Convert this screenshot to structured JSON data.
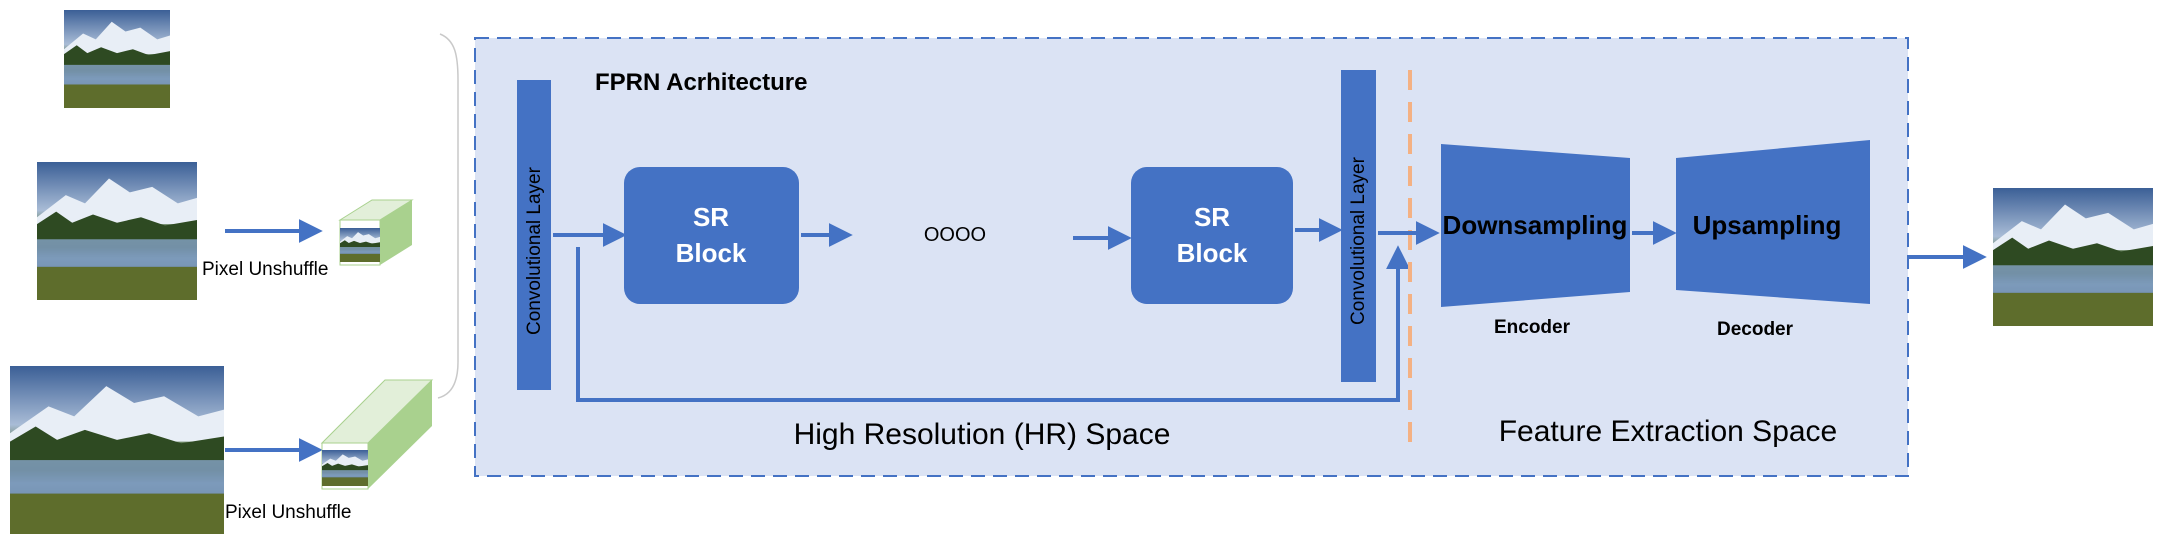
{
  "title": "FPRN Acrhitecture",
  "labels": {
    "pixel_unshuffle_1": "Pixel Unshuffle",
    "pixel_unshuffle_2": "Pixel Unshuffle",
    "conv_layer_left": "Convolutional Layer",
    "conv_layer_right": "Convolutional Layer",
    "sr_block_1_line1": "SR",
    "sr_block_1_line2": "Block",
    "sr_block_2_line1": "SR",
    "sr_block_2_line2": "Block",
    "ellipsis": "OOOO",
    "downsampling": "Downsampling",
    "upsampling": "Upsampling",
    "encoder": "Encoder",
    "decoder": "Decoder",
    "hr_space": "High Resolution (HR) Space",
    "feature_space": "Feature Extraction Space"
  },
  "colors": {
    "block_blue": "#4472c4",
    "panel_fill": "#dbe3f4",
    "panel_border": "#4472c4",
    "divider_orange": "#f4b183",
    "cube_green": "#a9d18e",
    "cube_green_light": "#e2efd9"
  }
}
